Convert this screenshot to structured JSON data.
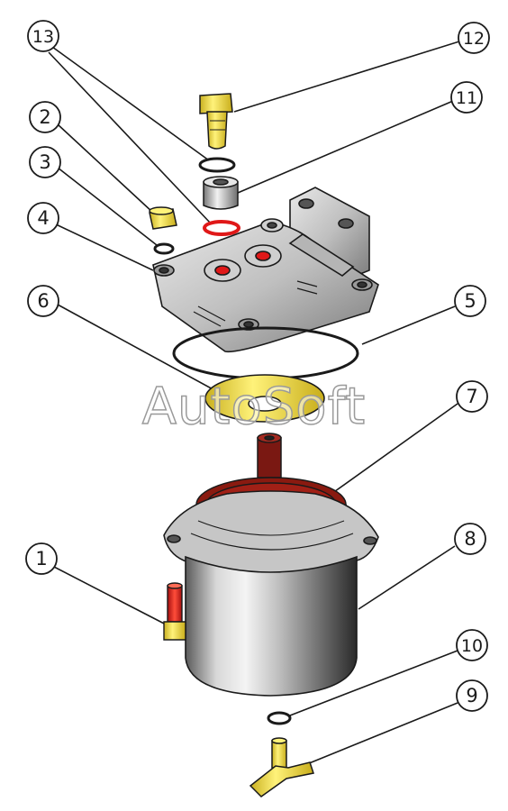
{
  "watermark": "AutoSoft",
  "callouts": [
    {
      "id": "c1",
      "label": "1"
    },
    {
      "id": "c2",
      "label": "2"
    },
    {
      "id": "c3",
      "label": "3"
    },
    {
      "id": "c4",
      "label": "4"
    },
    {
      "id": "c5",
      "label": "5"
    },
    {
      "id": "c6",
      "label": "6"
    },
    {
      "id": "c7",
      "label": "7"
    },
    {
      "id": "c8",
      "label": "8"
    },
    {
      "id": "c9",
      "label": "9"
    },
    {
      "id": "c10",
      "label": "10"
    },
    {
      "id": "c11",
      "label": "11"
    },
    {
      "id": "c12",
      "label": "12"
    },
    {
      "id": "c13",
      "label": "13"
    }
  ],
  "colors": {
    "brass": "#f2e24a",
    "seal_red": "#e01818",
    "filter_dark": "#8a1a10",
    "metal": "#c8c8c8",
    "outline": "#1a1a1a"
  }
}
